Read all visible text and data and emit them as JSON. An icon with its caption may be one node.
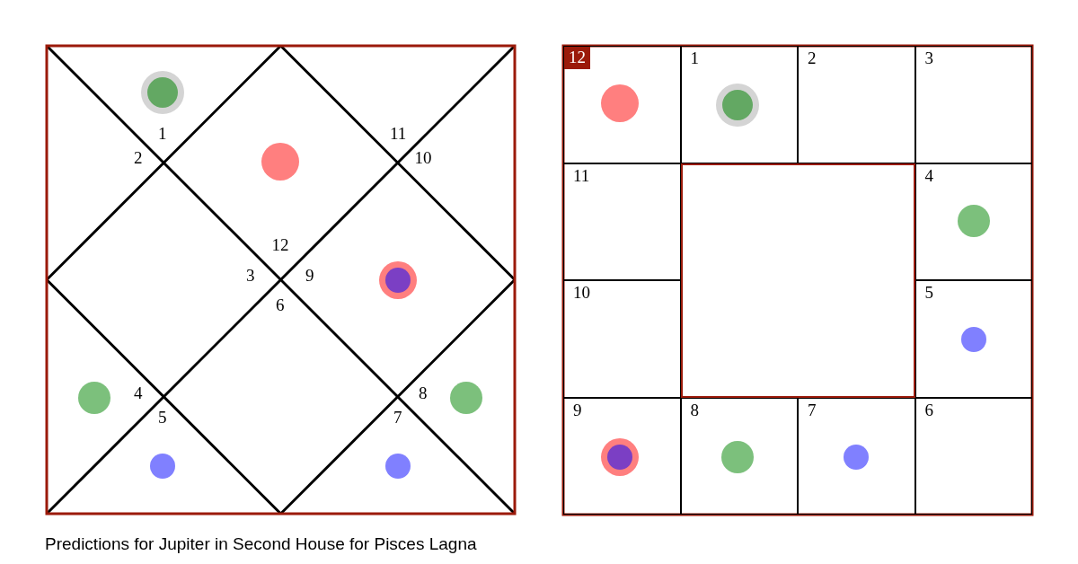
{
  "diagram": {
    "caption": "Predictions for Jupiter in Second House for Pisces Lagna",
    "nodes": [
      {
        "text": [
          "12"
        ]
      },
      {
        "text": [
          "1"
        ]
      },
      {
        "text": [
          "2"
        ]
      },
      {
        "text": [
          "3"
        ]
      },
      {
        "text": [
          "11"
        ]
      },
      {
        "text": [],
        "shape": "box"
      },
      {
        "text": [
          "4"
        ]
      },
      {
        "text": [
          "10"
        ]
      },
      {
        "text": [
          "5"
        ]
      },
      {
        "text": [
          "9"
        ]
      },
      {
        "text": [
          "8"
        ]
      },
      {
        "text": [
          "7"
        ]
      },
      {
        "text": [
          "6"
        ]
      }
    ],
    "edges": [],
    "labels": [
      "1",
      "11",
      "2",
      "10",
      "12",
      "3",
      "9",
      "6",
      "4",
      "8",
      "5",
      "7"
    ]
  }
}
